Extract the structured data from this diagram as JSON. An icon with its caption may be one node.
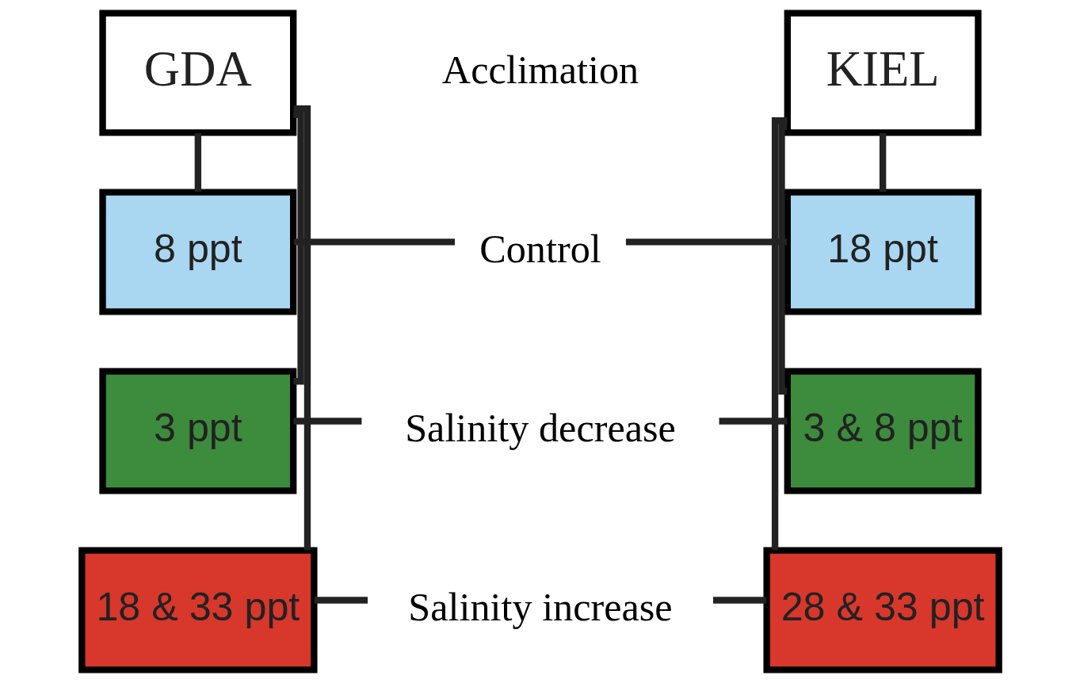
{
  "diagram": {
    "nodes": [
      {
        "text": [
          "GDA"
        ]
      },
      {
        "text": [
          "KIEL"
        ]
      },
      {
        "text": [
          "8 ppt"
        ]
      },
      {
        "text": [
          "Control"
        ]
      },
      {
        "text": [
          "18 ppt"
        ]
      },
      {
        "text": [
          "3 ppt"
        ]
      },
      {
        "text": [
          "Salinity decrease"
        ]
      },
      {
        "text": [
          "3 & 8 ppt"
        ]
      },
      {
        "text": [
          "18 & 33 ppt"
        ]
      },
      {
        "text": [
          "Salinity increase"
        ]
      },
      {
        "text": [
          "28 & 33 ppt"
        ]
      }
    ],
    "edges": [
      {
        "from": 0,
        "to": 2,
        "arrow": "none"
      },
      {
        "from": 0,
        "to": 5,
        "arrow": "none"
      },
      {
        "from": 0,
        "to": 8,
        "arrow": "none"
      },
      {
        "from": 1,
        "to": 4,
        "arrow": "none"
      },
      {
        "from": 1,
        "to": 7,
        "arrow": "none"
      },
      {
        "from": 1,
        "to": 10,
        "arrow": "none"
      },
      {
        "from": 3,
        "to": 2,
        "arrow": "none"
      },
      {
        "from": 3,
        "to": 4,
        "arrow": "none"
      },
      {
        "from": 6,
        "to": 5,
        "arrow": "none"
      },
      {
        "from": 6,
        "to": 7,
        "arrow": "none"
      },
      {
        "from": 9,
        "to": 8,
        "arrow": "none"
      },
      {
        "from": 9,
        "to": 10,
        "arrow": "none"
      }
    ],
    "labels": [
      "Acclimation"
    ]
  }
}
